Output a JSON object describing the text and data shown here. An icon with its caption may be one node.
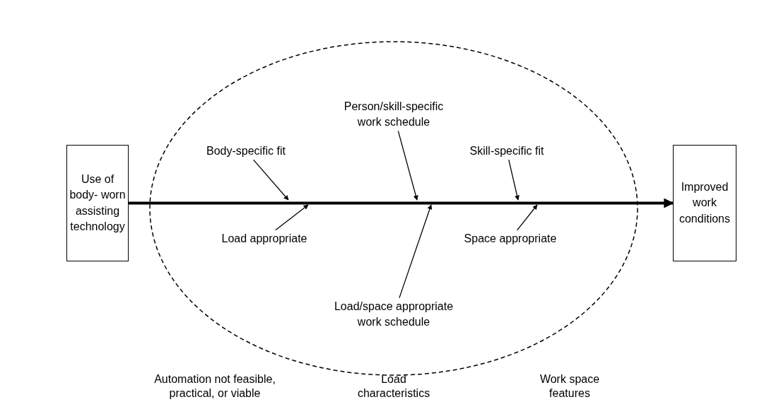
{
  "diagram": {
    "nodes": [
      {
        "text": [
          "Use of body- worn assisting technology"
        ]
      },
      {
        "text": [
          "Person/skill-specific work schedule"
        ]
      },
      {
        "text": [
          "Body-specific fit"
        ]
      },
      {
        "text": [
          "Skill-specific fit"
        ]
      },
      {
        "text": [
          "Improved work conditions"
        ]
      },
      {
        "text": [
          "Load appropriate"
        ]
      },
      {
        "text": [
          "Space appropriate"
        ]
      },
      {
        "text": [
          "Load/space appropriate work schedule"
        ]
      }
    ],
    "edges": [
      {
        "from": 0,
        "to": 4,
        "arrow": "to",
        "style": "thick"
      },
      {
        "from": 2,
        "to": null,
        "arrow": "to"
      },
      {
        "from": 1,
        "to": null,
        "arrow": "to"
      },
      {
        "from": 3,
        "to": null,
        "arrow": "to"
      },
      {
        "from": 5,
        "to": null,
        "arrow": "to"
      },
      {
        "from": 7,
        "to": null,
        "arrow": "to"
      },
      {
        "from": 6,
        "to": null,
        "arrow": "to"
      }
    ],
    "labels": [
      "Automation not feasible, practical, or viable",
      "Load characteristics",
      "Work space features"
    ]
  }
}
